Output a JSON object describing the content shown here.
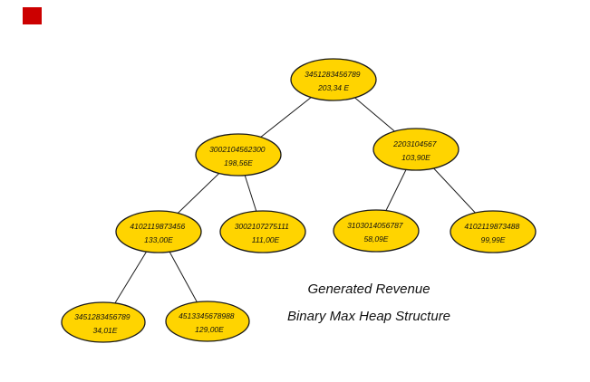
{
  "diagram": {
    "captions": {
      "line1": "Generated Revenue",
      "line2": "Binary Max Heap Structure"
    },
    "colors": {
      "node_fill": "#FFD400",
      "node_stroke": "#1A1A1A",
      "marker_red": "#CC0000",
      "background": "#FFFFFF"
    },
    "nodes": [
      {
        "id": "3451283456789",
        "value": "203,34 E"
      },
      {
        "id": "3002104562300",
        "value": "198,56E"
      },
      {
        "id": "2203104567",
        "value": "103,90E"
      },
      {
        "id": "4102119873456",
        "value": "133,00E"
      },
      {
        "id": "3002107275111",
        "value": "111,00E"
      },
      {
        "id": "3103014056787",
        "value": "58,09E"
      },
      {
        "id": "4102119873488",
        "value": "99,99E"
      },
      {
        "id": "3451283456789",
        "value": "34,01E"
      },
      {
        "id": "4513345678988",
        "value": "129,00E"
      }
    ],
    "edges": [
      {
        "from": 0,
        "to": 1
      },
      {
        "from": 0,
        "to": 2
      },
      {
        "from": 1,
        "to": 3
      },
      {
        "from": 1,
        "to": 4
      },
      {
        "from": 2,
        "to": 5
      },
      {
        "from": 2,
        "to": 6
      },
      {
        "from": 3,
        "to": 7
      },
      {
        "from": 3,
        "to": 8
      }
    ]
  }
}
